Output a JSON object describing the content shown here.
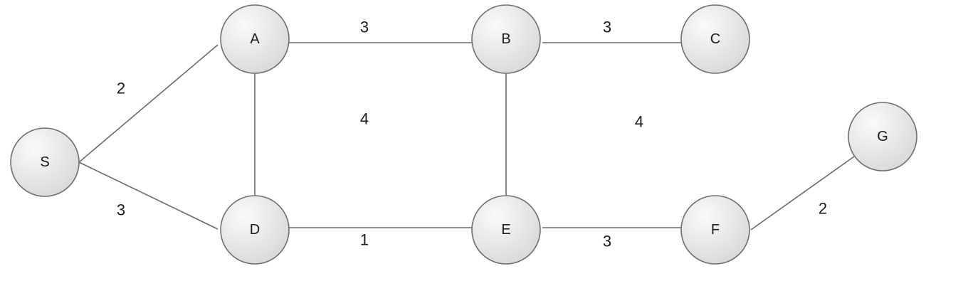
{
  "graph": {
    "style": {
      "node_fill_light": "#fafafa",
      "node_fill_dark": "#d9d9d9",
      "edge_color": "#6b6b6b",
      "text_color": "#1a1a1a"
    },
    "nodes": [
      {
        "id": "S",
        "label": "S"
      },
      {
        "id": "A",
        "label": "A"
      },
      {
        "id": "B",
        "label": "B"
      },
      {
        "id": "C",
        "label": "C"
      },
      {
        "id": "D",
        "label": "D"
      },
      {
        "id": "E",
        "label": "E"
      },
      {
        "id": "F",
        "label": "F"
      },
      {
        "id": "G",
        "label": "G"
      }
    ],
    "edges": [
      {
        "from": "S",
        "to": "A",
        "weight": "2"
      },
      {
        "from": "S",
        "to": "D",
        "weight": "3"
      },
      {
        "from": "A",
        "to": "B",
        "weight": "3"
      },
      {
        "from": "B",
        "to": "C",
        "weight": "3"
      },
      {
        "from": "A",
        "to": "D",
        "weight": "4"
      },
      {
        "from": "B",
        "to": "E",
        "weight": "4"
      },
      {
        "from": "D",
        "to": "E",
        "weight": "1"
      },
      {
        "from": "E",
        "to": "F",
        "weight": "3"
      },
      {
        "from": "F",
        "to": "G",
        "weight": "2"
      }
    ]
  }
}
